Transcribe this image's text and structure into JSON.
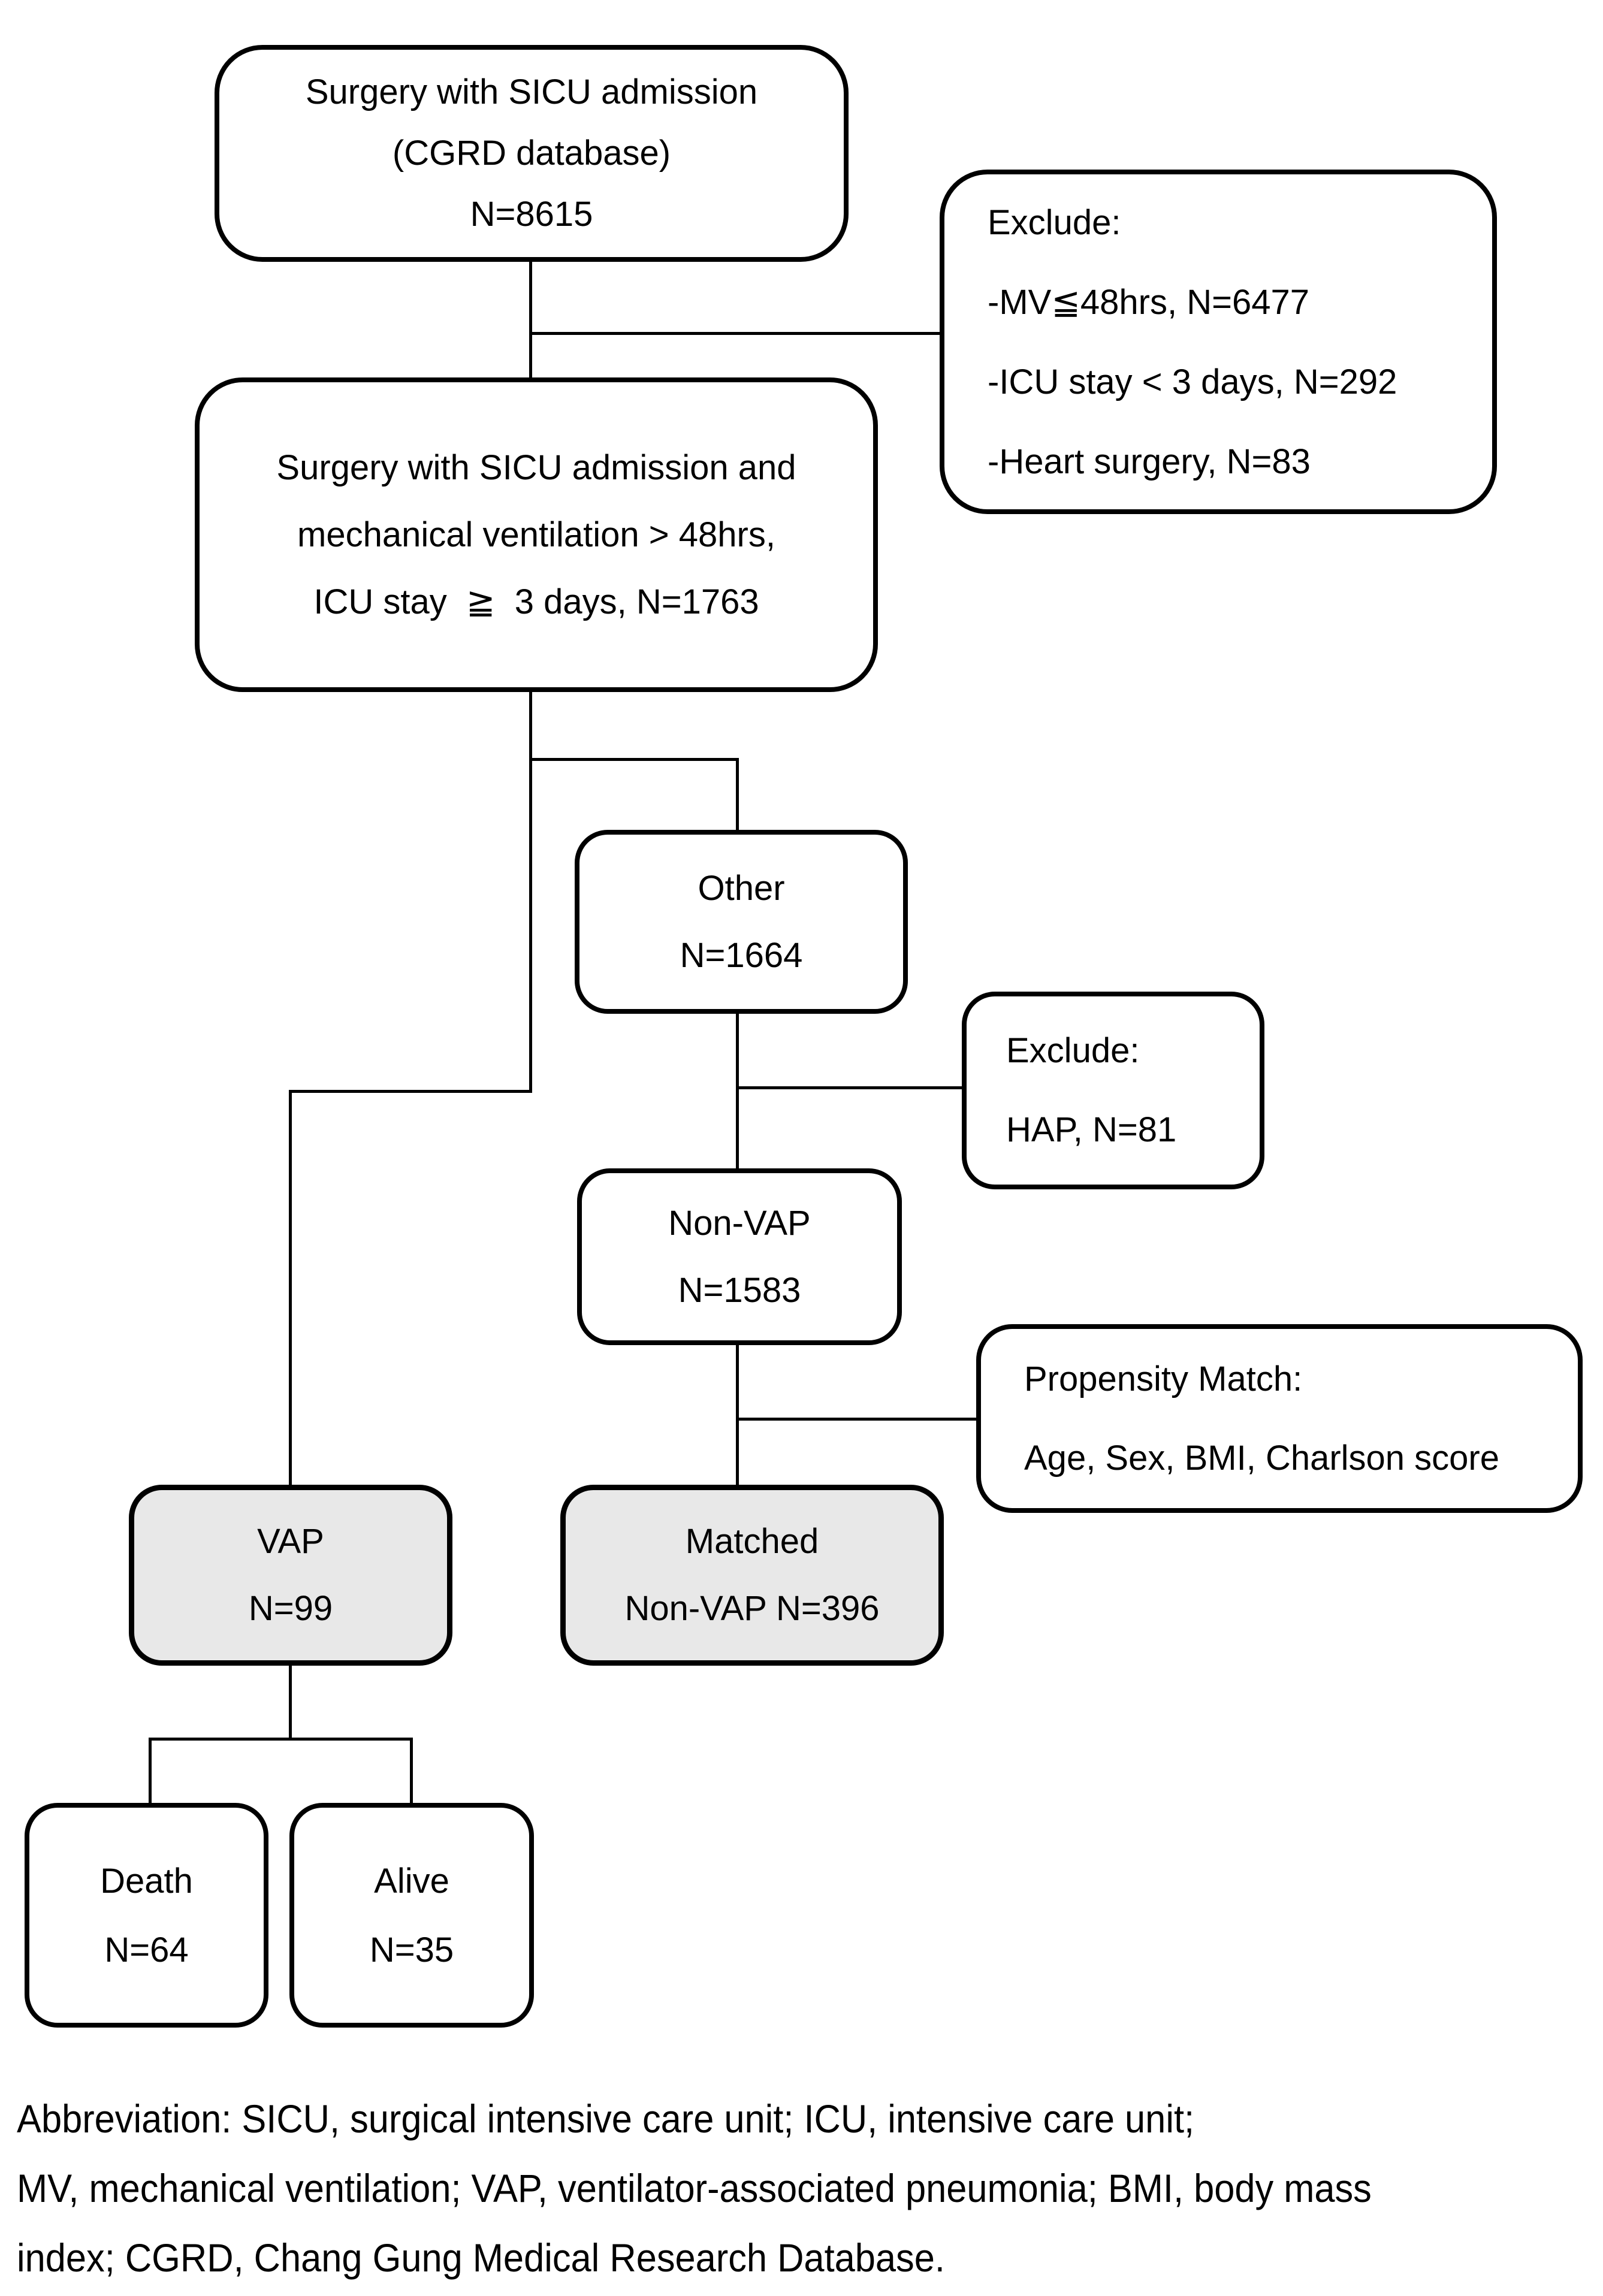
{
  "figure": {
    "type": "patient-flow-diagram",
    "colors": {
      "stroke": "#000000",
      "box_fill": "#ffffff",
      "highlight_fill": "#e8e8e8",
      "background": "#ffffff"
    },
    "boxes": {
      "source": {
        "lines": [
          "Surgery with SICU admission",
          "(CGRD database)",
          "N=8615"
        ]
      },
      "exclude_top": {
        "lines": [
          "Exclude:",
          "-MV≦48hrs, N=6477",
          "-ICU stay < 3 days, N=292",
          "-Heart surgery, N=83"
        ]
      },
      "cohort": {
        "lines": [
          "Surgery with SICU admission and",
          "mechanical ventilation > 48hrs,",
          "ICU stay  ≧  3 days, N=1763"
        ]
      },
      "other": {
        "lines": [
          "Other",
          "N=1664"
        ]
      },
      "exclude_hap": {
        "lines": [
          "Exclude:",
          "HAP, N=81"
        ]
      },
      "non_vap": {
        "lines": [
          "Non-VAP",
          "N=1583"
        ]
      },
      "propensity": {
        "lines": [
          "Propensity Match:",
          "Age, Sex, BMI, Charlson score"
        ]
      },
      "vap": {
        "lines": [
          "VAP",
          "N=99"
        ]
      },
      "matched": {
        "lines": [
          "Matched",
          "Non-VAP N=396"
        ]
      },
      "death": {
        "lines": [
          "Death",
          "N=64"
        ]
      },
      "alive": {
        "lines": [
          "Alive",
          "N=35"
        ]
      }
    },
    "footnote": {
      "lines": [
        "Abbreviation: SICU, surgical intensive care unit; ICU, intensive care unit;",
        "MV, mechanical ventilation; VAP, ventilator-associated pneumonia; BMI, body mass",
        "index; CGRD, Chang Gung Medical Research Database."
      ]
    }
  }
}
